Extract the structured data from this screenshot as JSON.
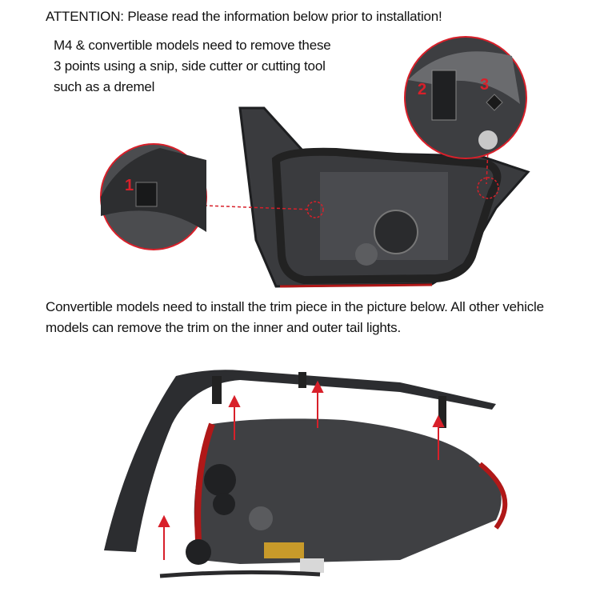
{
  "attention": "ATTENTION: Please read the information below prior to installation!",
  "m4_note": [
    "M4 & convertible models need to remove these",
    "3 points using a snip, side cutter or cutting tool",
    "such as a dremel"
  ],
  "convertible_note": "Convertible models need to install the trim piece in the picture below. All other vehicle models can remove the trim on the inner and outer tail lights.",
  "callouts": {
    "point1": "1",
    "point2": "2",
    "point3": "3"
  },
  "colors": {
    "callout_red": "#d8202a",
    "housing": "#3a3b3e",
    "lens_red": "#b01818"
  }
}
